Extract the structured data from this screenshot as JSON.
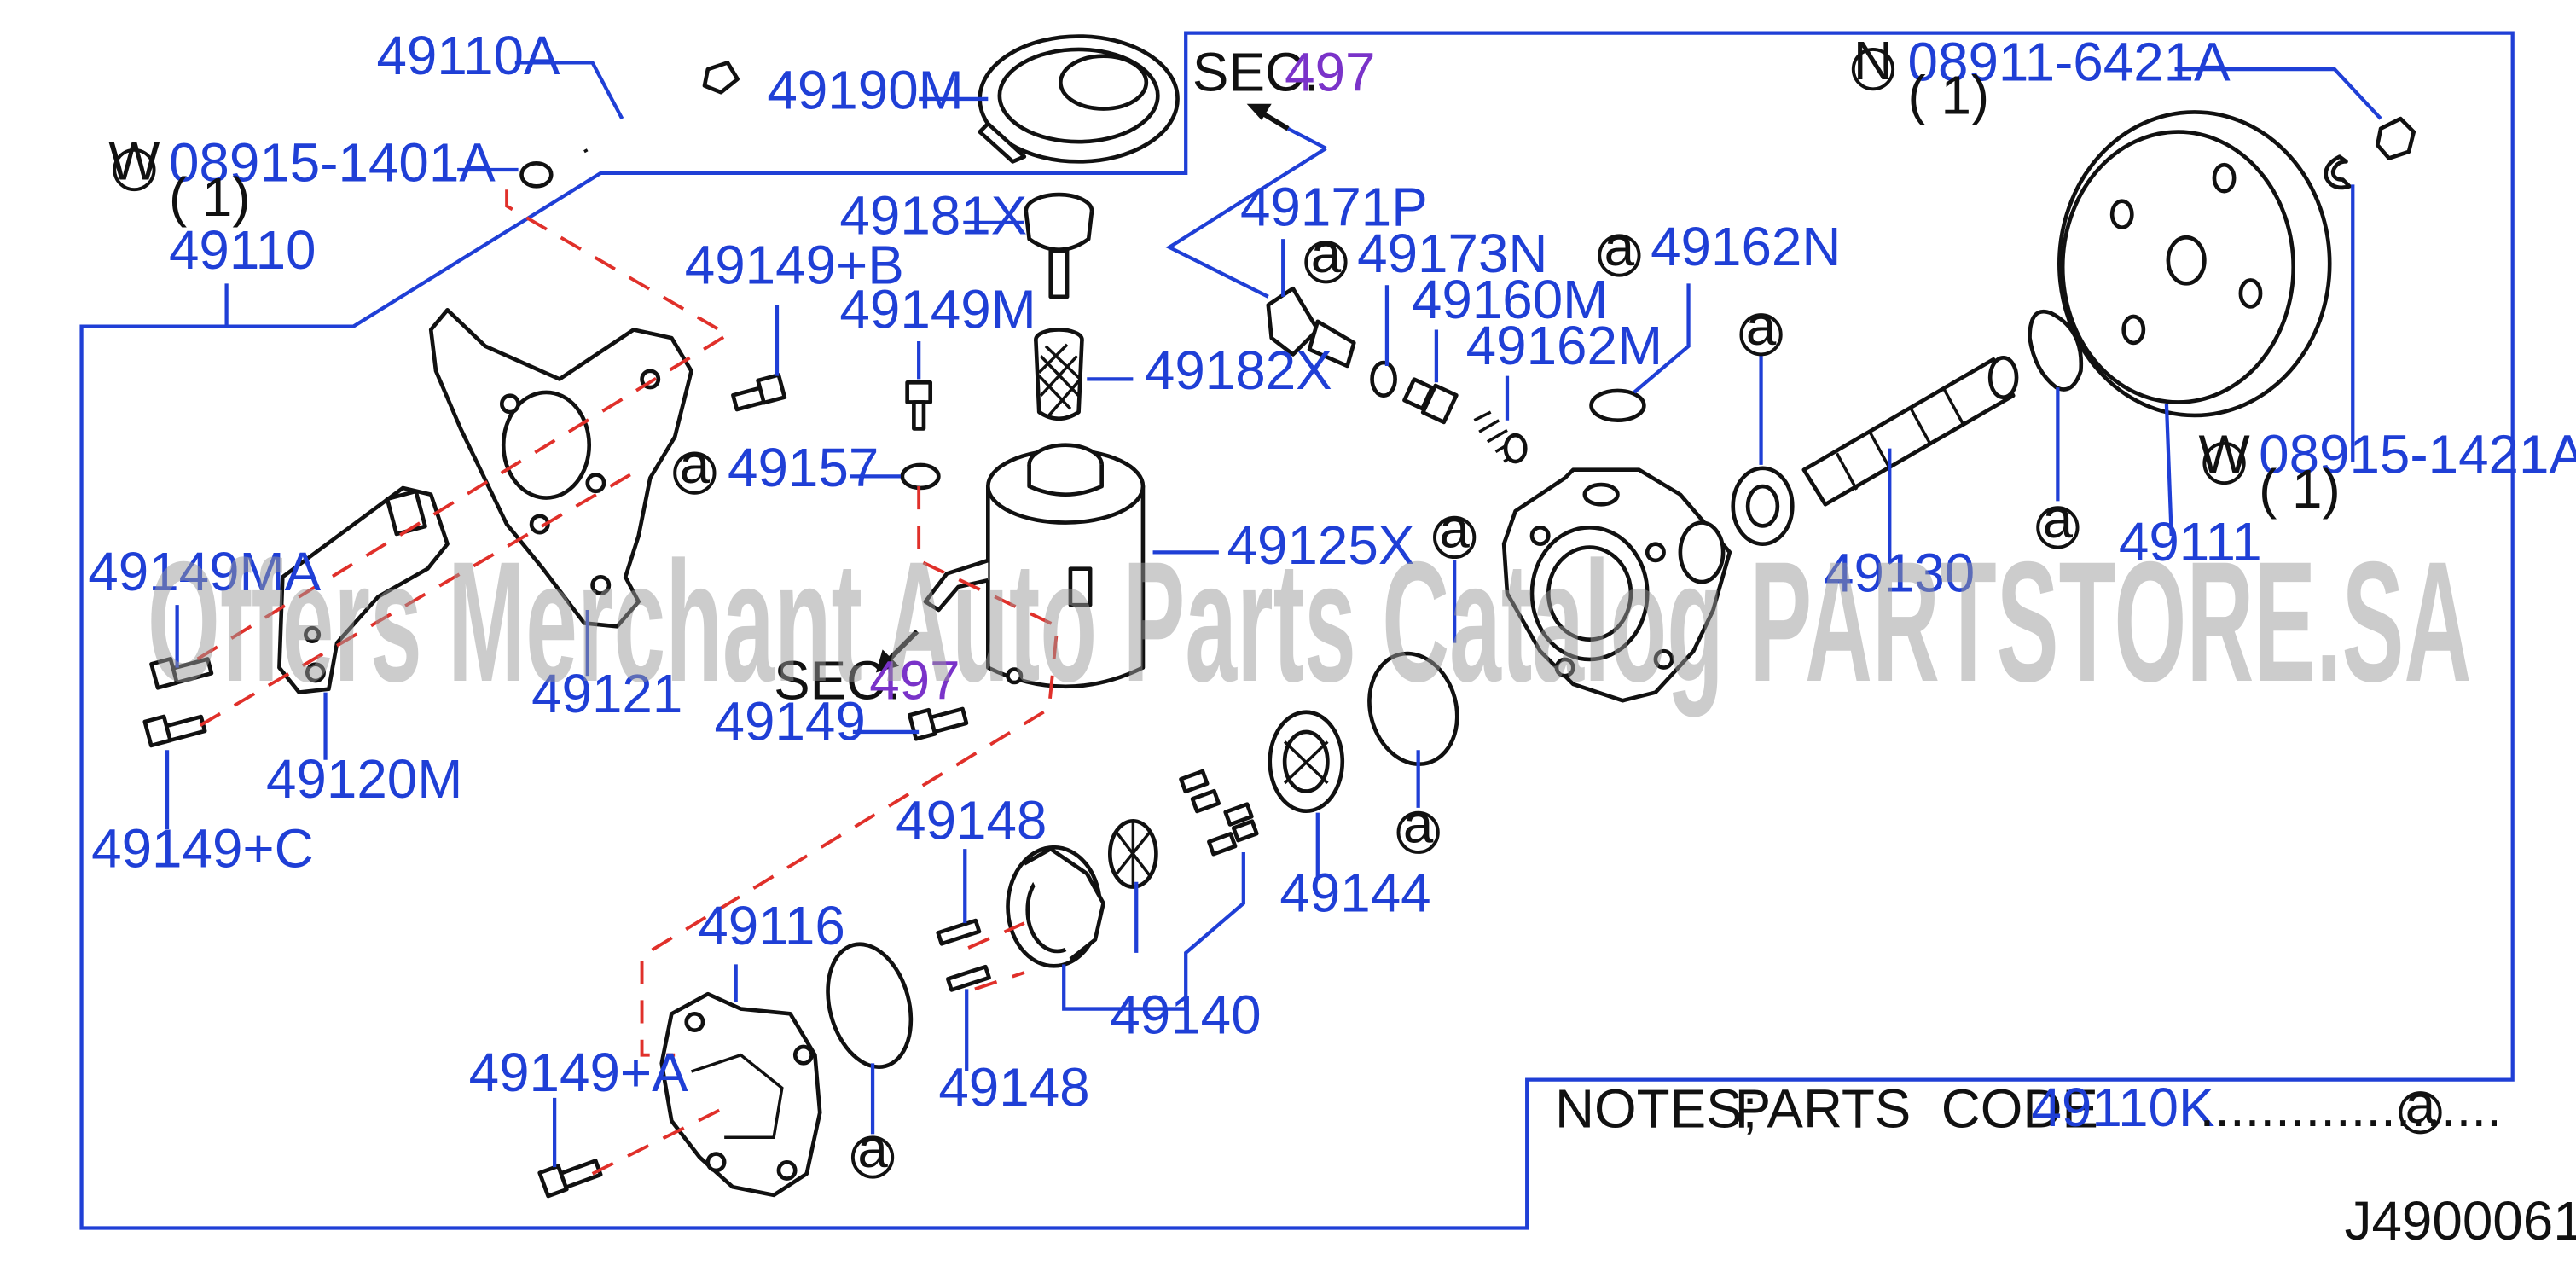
{
  "labels": {
    "p49110A": "49110A",
    "p49190M": "49190M",
    "sec_top": "SEC.",
    "sec_top_num": "497",
    "p08915_1401A": "08915-1401A",
    "qty_1401A": "( 1)",
    "sym_W1": "W",
    "p49110": "49110",
    "p49181X": "49181X",
    "p49171P": "49171P",
    "p49173N": "49173N",
    "p49162N": "49162N",
    "p49149_B": "49149+B",
    "p49149M": "49149M",
    "p49160M": "49160M",
    "p49182X": "49182X",
    "p49162M": "49162M",
    "p49157": "49157",
    "p49125X": "49125X",
    "p49149MA": "49149MA",
    "p49121": "49121",
    "sec_mid": "SEC.",
    "sec_mid_num": "497",
    "p49149": "49149",
    "p49120M": "49120M",
    "p49149_C": "49149+C",
    "p49148_top": "49148",
    "p49144": "49144",
    "p49116": "49116",
    "p49140": "49140",
    "p49148_bot": "49148",
    "p49149_A": "49149+A",
    "p08911_6421A": "08911-6421A",
    "qty_6421A": "( 1)",
    "sym_N": "N",
    "p08915_1421A": "08915-1421A",
    "qty_1421A": "( 1)",
    "sym_W2": "W",
    "p49130": "49130",
    "p49111": "49111",
    "sym_a": "a",
    "notes": "NOTES;",
    "parts_code": "PARTS  CODE",
    "notes_code": "49110K",
    "notes_dots": "....................",
    "diagram_id": "J4900061"
  },
  "watermark": "Offers Merchant Auto Parts Catalog PARTSTORE.SA",
  "colors": {
    "part_number": "#1f3fd6",
    "section_ref": "#7a33c9",
    "phantom_line": "#e0302a",
    "text": "#111111"
  }
}
